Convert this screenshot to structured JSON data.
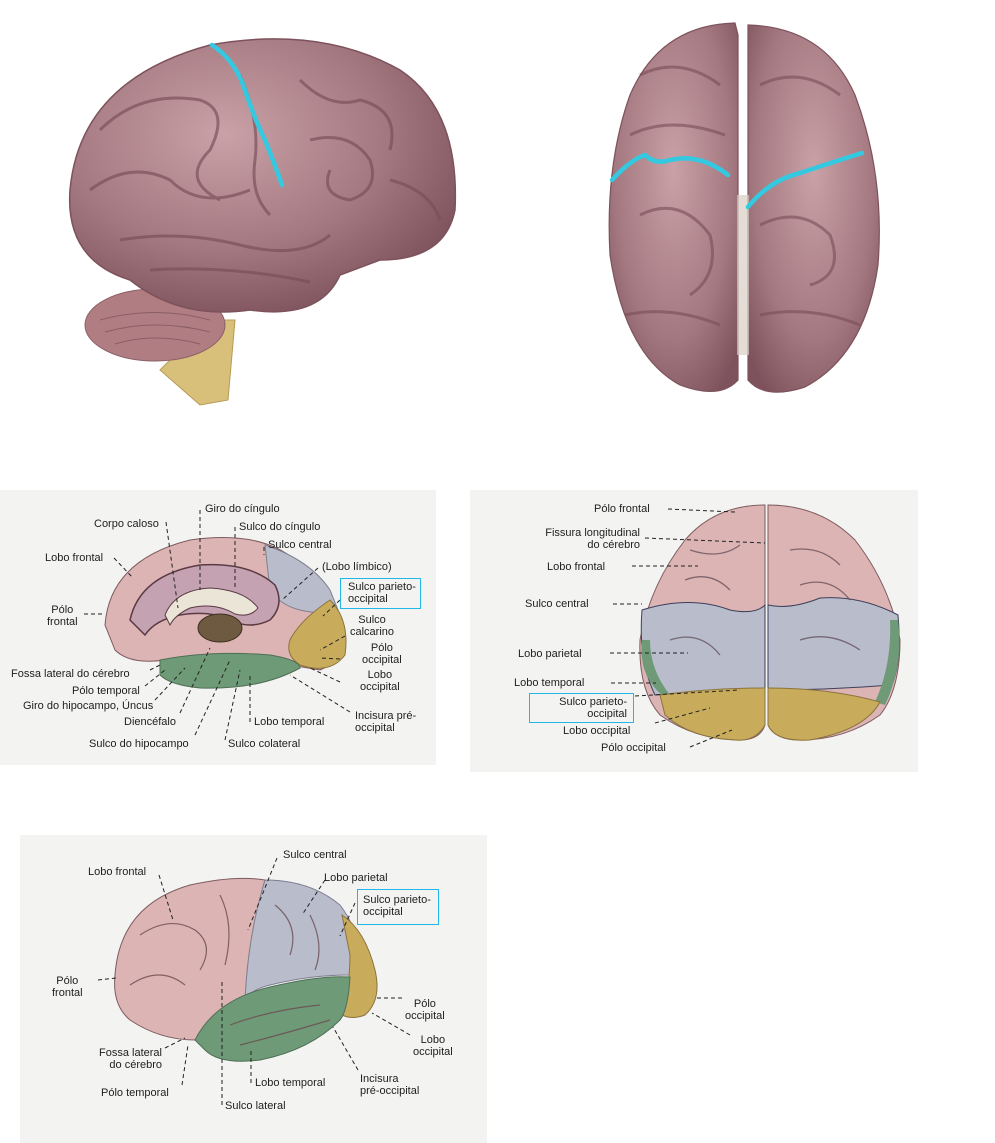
{
  "colors": {
    "brain_tissue": "#a87a82",
    "brain_highlight": "#c9a1a6",
    "sulcus_highlight": "#33c9e0",
    "spinal_cord": "#d9c07a",
    "frontal_lobe": "#dcb4b4",
    "parietal_lobe": "#b8bccb",
    "temporal_lobe": "#6f9a78",
    "occipital_lobe": "#c8ac5c",
    "limbic": "#c4a2b2",
    "label_box": "#1fb8e8",
    "panel_bg": "#f3f3f2"
  },
  "top_images": {
    "lateral_3d": {
      "name": "lateral-3d-brain",
      "highlight": "central-sulcus"
    },
    "superior_3d": {
      "name": "superior-3d-brain",
      "highlight": "central-sulcus"
    }
  },
  "medial_view": {
    "labels": {
      "giro_cingulo": "Giro do cíngulo",
      "corpo_caloso": "Corpo caloso",
      "sulco_cingulo": "Sulco do cíngulo",
      "sulco_central": "Sulco central",
      "lobo_frontal": "Lobo frontal",
      "lobo_limbico": "(Lobo límbico)",
      "sulco_parieto_1": "Sulco parieto-",
      "sulco_parieto_2": "occipital",
      "polo_frontal_1": "Pólo",
      "polo_frontal_2": "frontal",
      "sulco_calcarino_1": "Sulco",
      "sulco_calcarino_2": "calcarino",
      "polo_occipital_1": "Pólo",
      "polo_occipital_2": "occipital",
      "fossa_lateral": "Fossa lateral do cérebro",
      "polo_temporal": "Pólo temporal",
      "lobo_occipital_1": "Lobo",
      "lobo_occipital_2": "occipital",
      "giro_hipocampo": "Giro do hipocampo, Úncus",
      "diencefalo": "Diencéfalo",
      "lobo_temporal": "Lobo temporal",
      "incisura_1": "Incisura pré-",
      "incisura_2": "occipital",
      "sulco_hipocampo": "Sulco do hipocampo",
      "sulco_colateral": "Sulco colateral"
    }
  },
  "superior_view": {
    "labels": {
      "polo_frontal": "Pólo frontal",
      "fissura_1": "Fissura longitudinal",
      "fissura_2": "do cérebro",
      "lobo_frontal": "Lobo frontal",
      "sulco_central": "Sulco central",
      "lobo_parietal": "Lobo parietal",
      "lobo_temporal": "Lobo temporal",
      "sulco_parieto_1": "Sulco parieto-",
      "sulco_parieto_2": "occipital",
      "lobo_occipital": "Lobo occipital",
      "polo_occipital": "Pólo occipital"
    }
  },
  "lateral_view": {
    "labels": {
      "sulco_central": "Sulco central",
      "lobo_frontal": "Lobo frontal",
      "lobo_parietal": "Lobo parietal",
      "sulco_parieto_1": "Sulco parieto-",
      "sulco_parieto_2": "occipital",
      "polo_frontal_1": "Pólo",
      "polo_frontal_2": "frontal",
      "polo_occipital_1": "Pólo",
      "polo_occipital_2": "occipital",
      "lobo_occipital_1": "Lobo",
      "lobo_occipital_2": "occipital",
      "fossa_lateral_1": "Fossa lateral",
      "fossa_lateral_2": "do cérebro",
      "lobo_temporal": "Lobo temporal",
      "incisura_1": "Incisura",
      "incisura_2": "pré-occipital",
      "polo_temporal": "Pólo temporal",
      "sulco_lateral": "Sulco lateral"
    }
  }
}
